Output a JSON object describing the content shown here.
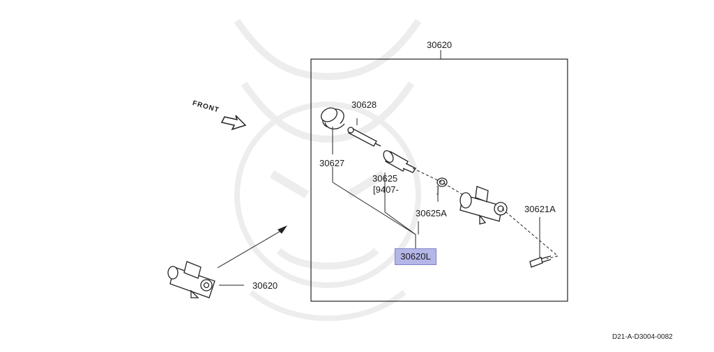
{
  "diagram": {
    "direction_label": "FRONT",
    "parts": {
      "assembly_top": "30620",
      "assembly_left": "30620",
      "boot": "30627",
      "pushrod": "30628",
      "piston": "30625",
      "piston_date": "[9407-",
      "piston_date_close": "]",
      "piston_ring": "30625A",
      "bleeder": "30621A",
      "selected": "30620L"
    },
    "diagram_code": "D21-A-D3004-0082"
  },
  "colors": {
    "highlight": "#b4b6e8",
    "line": "#222222"
  }
}
